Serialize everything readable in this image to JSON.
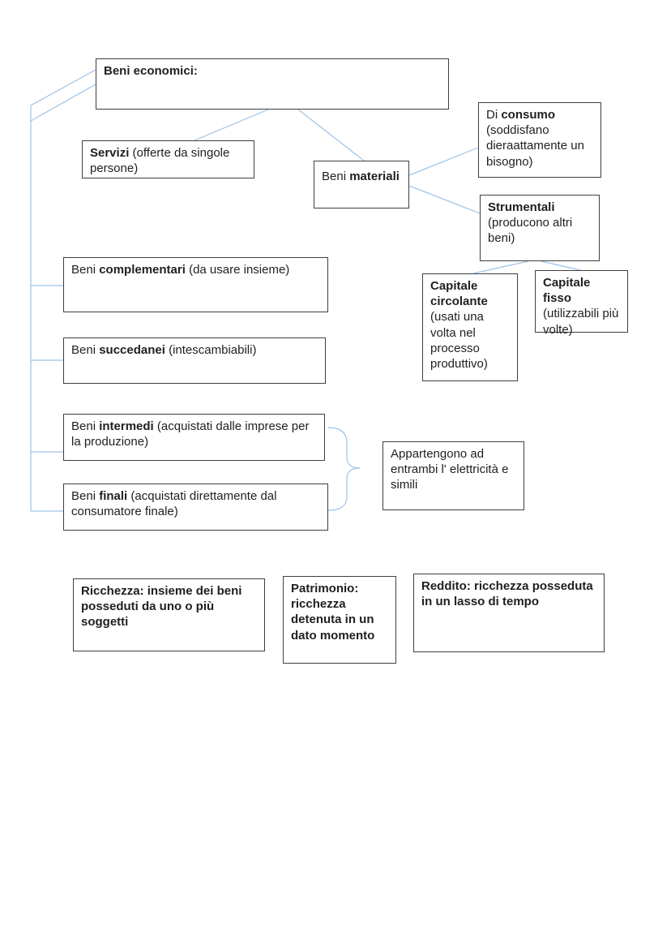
{
  "colors": {
    "connector": "#9cc2e5",
    "box_border": "#3f3f3f",
    "text": "#1f1f1f",
    "background": "#ffffff"
  },
  "boxes": {
    "beni_economici": {
      "segments": [
        {
          "t": "Beni economici:",
          "b": true
        }
      ]
    },
    "servizi": {
      "segments": [
        {
          "t": "Servizi",
          "b": true
        },
        {
          "t": " (offerte da singole persone)",
          "b": false
        }
      ]
    },
    "beni_materiali": {
      "segments": [
        {
          "t": "Beni ",
          "b": false
        },
        {
          "t": "materiali",
          "b": true
        }
      ]
    },
    "di_consumo": {
      "segments": [
        {
          "t": "Di ",
          "b": false
        },
        {
          "t": "consumo",
          "b": true
        },
        {
          "t": " (soddisfano dieraattamente un bisogno)",
          "b": false
        }
      ]
    },
    "strumentali": {
      "segments": [
        {
          "t": "Strumentali",
          "b": true
        },
        {
          "t": " (producono altri beni)",
          "b": false
        }
      ]
    },
    "capitale_circolante": {
      "segments": [
        {
          "t": "Capitale circolante",
          "b": true
        },
        {
          "t": " (usati una volta nel processo produttivo)",
          "b": false
        }
      ]
    },
    "capitale_fisso": {
      "segments": [
        {
          "t": "Capitale fisso",
          "b": true
        },
        {
          "t": " (utilizzabili più volte)",
          "b": false
        }
      ]
    },
    "beni_complementari": {
      "segments": [
        {
          "t": "Beni ",
          "b": false
        },
        {
          "t": "complementari",
          "b": true
        },
        {
          "t": " (da usare insieme)",
          "b": false
        }
      ]
    },
    "beni_succedanei": {
      "segments": [
        {
          "t": "Beni ",
          "b": false
        },
        {
          "t": "succedanei",
          "b": true
        },
        {
          "t": " (intescambiabili)",
          "b": false
        }
      ]
    },
    "beni_intermedi": {
      "segments": [
        {
          "t": "Beni ",
          "b": false
        },
        {
          "t": "intermedi",
          "b": true
        },
        {
          "t": " (acquistati dalle imprese per la produzione)",
          "b": false
        }
      ]
    },
    "beni_finali": {
      "segments": [
        {
          "t": "Beni ",
          "b": false
        },
        {
          "t": "finali",
          "b": true
        },
        {
          "t": " (acquistati direttamente dal consumatore finale)",
          "b": false
        }
      ]
    },
    "appartengono": {
      "segments": [
        {
          "t": "Appartengono ad entrambi l' elettricità e simili",
          "b": false
        }
      ]
    },
    "ricchezza": {
      "segments": [
        {
          "t": "Ricchezza: insieme dei beni posseduti da uno o più soggetti",
          "b": true
        }
      ]
    },
    "patrimonio": {
      "segments": [
        {
          "t": "Patrimonio: ricchezza detenuta in un dato momento",
          "b": true
        }
      ]
    },
    "reddito": {
      "segments": [
        {
          "t": "Reddito: ricchezza posseduta in un lasso di tempo",
          "b": true
        }
      ]
    }
  }
}
